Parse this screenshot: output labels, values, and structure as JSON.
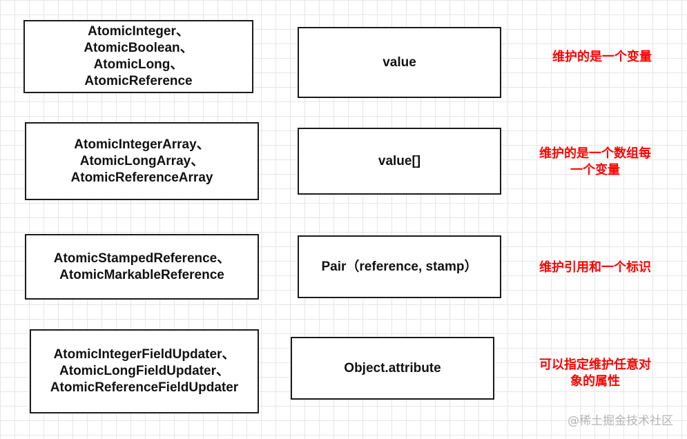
{
  "rows": [
    {
      "classes": [
        "AtomicInteger、",
        "AtomicBoolean、",
        "AtomicLong、",
        "AtomicReference"
      ],
      "target": "value",
      "note": [
        "维护的是一个变量"
      ]
    },
    {
      "classes": [
        "AtomicIntegerArray、",
        "AtomicLongArray、",
        "AtomicReferenceArray"
      ],
      "target": "value[]",
      "note": [
        "维护的是一个数组每",
        "一个变量"
      ]
    },
    {
      "classes": [
        "AtomicStampedReference、",
        "AtomicMarkableReference"
      ],
      "target": "Pair（reference, stamp）",
      "note": [
        "维护引用和一个标识"
      ]
    },
    {
      "classes": [
        "AtomicIntegerFieldUpdater、",
        "AtomicLongFieldUpdater、",
        "AtomicReferenceFieldUpdater"
      ],
      "target": "Object.attribute",
      "note": [
        "可以指定维护任意对",
        "象的属性"
      ]
    }
  ],
  "watermark": "@稀土掘金技术社区",
  "colors": {
    "note": "#ff0000",
    "border": "#1a1a1a",
    "grid": "#e6e6e6"
  }
}
